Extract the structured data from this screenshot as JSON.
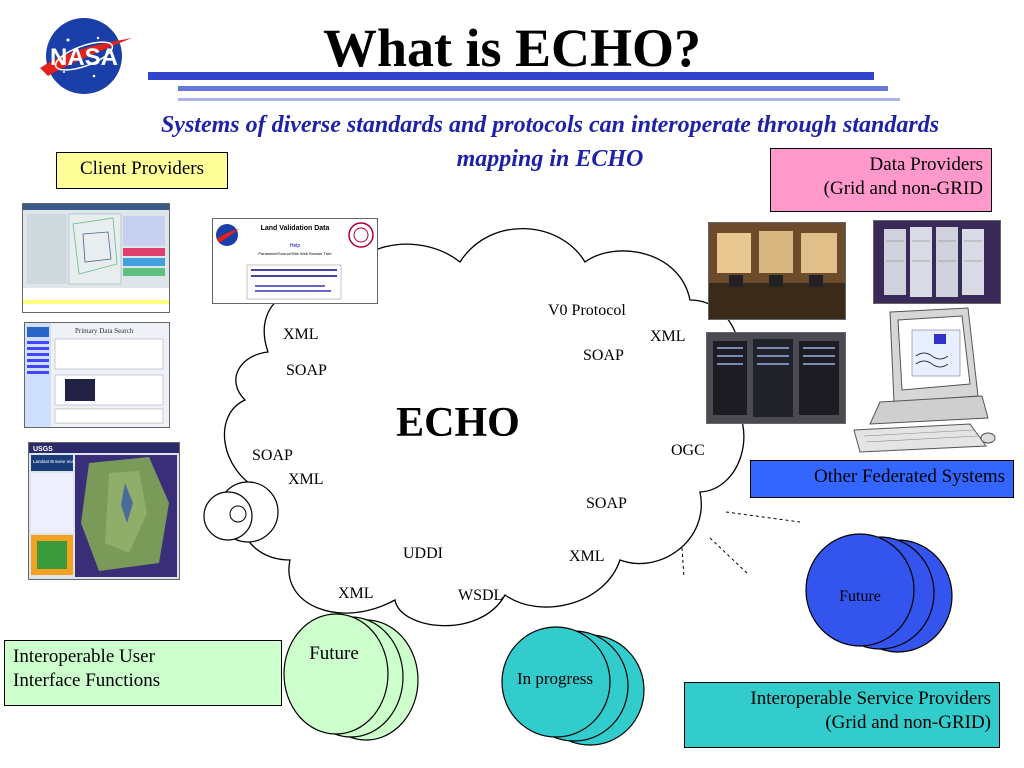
{
  "title": "What is ECHO?",
  "subtitle": "Systems of diverse standards and protocols can interoperate through standards mapping in ECHO",
  "logo": {
    "text": "NASA",
    "icon": "nasa-meatball-icon"
  },
  "boxes": {
    "client_providers": "Client Providers",
    "data_providers_line1": "Data Providers",
    "data_providers_line2": "(Grid and non-GRID",
    "other_federated": "Other Federated Systems",
    "ui_functions_line1": "Interoperable User",
    "ui_functions_line2": "Interface Functions",
    "service_providers_line1": "Interoperable Service Providers",
    "service_providers_line2": "(Grid and non-GRID)"
  },
  "cloud": {
    "center": "ECHO",
    "labels": {
      "xml_tl": "XML",
      "soap_tl": "SOAP",
      "v0_protocol": "V0 Protocol",
      "xml_tr": "XML",
      "soap_tr": "SOAP",
      "soap_l": "SOAP",
      "xml_l": "XML",
      "ogc": "OGC",
      "soap_r": "SOAP",
      "uddi": "UDDI",
      "xml_br": "XML",
      "xml_bl": "XML",
      "wsdl": "WSDL"
    }
  },
  "circles": {
    "future_left": "Future",
    "in_progress": "In progress",
    "future_right": "Future"
  },
  "thumbnails": {
    "land_validation_title": "Land Validation Data",
    "land_validation_help": "Help",
    "land_validation_sub": "Parameter/Source/Site Web Browse Tree",
    "primary_data_search": "Primary Data Search",
    "usgs": "USGS",
    "landsat_viewer": "Landsat Browse Image 1st Viewer"
  },
  "colors": {
    "title_blue": "#1e22a8",
    "bar_blue": "#3344cc",
    "client_box": "#ffff99",
    "data_box": "#ff99cc",
    "federated_box": "#3366ff",
    "ui_box": "#ccffcc",
    "service_box": "#33cccc",
    "circle_green": "#ccffcc",
    "circle_teal": "#33cccc",
    "circle_blue": "#3355ee"
  }
}
